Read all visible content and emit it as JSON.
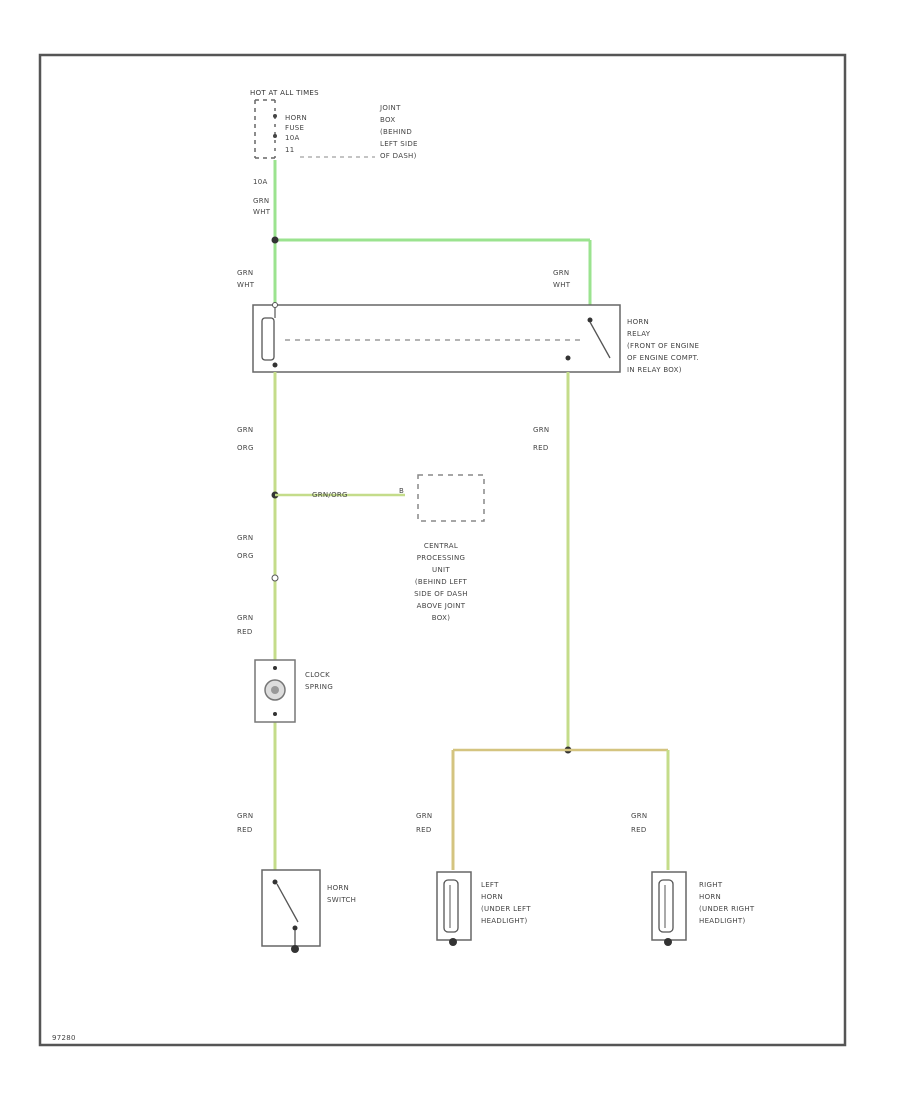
{
  "header": "HOT AT ALL TIMES",
  "fuse": {
    "lines": [
      "HORN",
      "FUSE",
      "10A"
    ],
    "pin": "11",
    "location": [
      "JOINT",
      "BOX",
      "(BEHIND",
      "LEFT SIDE",
      "OF DASH)"
    ]
  },
  "wire_top": [
    "10A",
    "GRN",
    "WHT"
  ],
  "wire_relay_in_left": [
    "GRN",
    "WHT"
  ],
  "wire_relay_in_right": [
    "GRN",
    "WHT"
  ],
  "relay": [
    "HORN",
    "RELAY",
    "(FRONT OF ENGINE",
    "OF ENGINE COMPT.",
    "IN RELAY BOX)"
  ],
  "wire_relay_out_left": [
    "GRN",
    "ORG"
  ],
  "wire_relay_out_right": [
    "GRN",
    "RED"
  ],
  "cpu_wire": "GRN/ORG",
  "cpu_pin": "B",
  "cpu": [
    "CENTRAL",
    "PROCESSING",
    "UNIT",
    "(BEHIND LEFT",
    "SIDE OF DASH",
    "ABOVE JOINT",
    "BOX)"
  ],
  "wire_mid_left": [
    "GRN",
    "ORG"
  ],
  "wire_clock_in": [
    "GRN",
    "RED"
  ],
  "clock_spring": [
    "CLOCK",
    "SPRING"
  ],
  "wire_switch": [
    "GRN",
    "RED"
  ],
  "horn_switch": [
    "HORN",
    "SWITCH"
  ],
  "wire_left_horn": [
    "GRN",
    "RED"
  ],
  "left_horn": [
    "LEFT",
    "HORN",
    "(UNDER LEFT",
    "HEADLIGHT)"
  ],
  "wire_right_horn": [
    "GRN",
    "RED"
  ],
  "right_horn": [
    "RIGHT",
    "HORN",
    "(UNDER RIGHT",
    "HEADLIGHT)"
  ],
  "footer_code": "97280",
  "colors": {
    "green": "#9be38f",
    "yellow_green": "#c4dc8a",
    "yellow": "#d4c480",
    "line": "#555555"
  }
}
